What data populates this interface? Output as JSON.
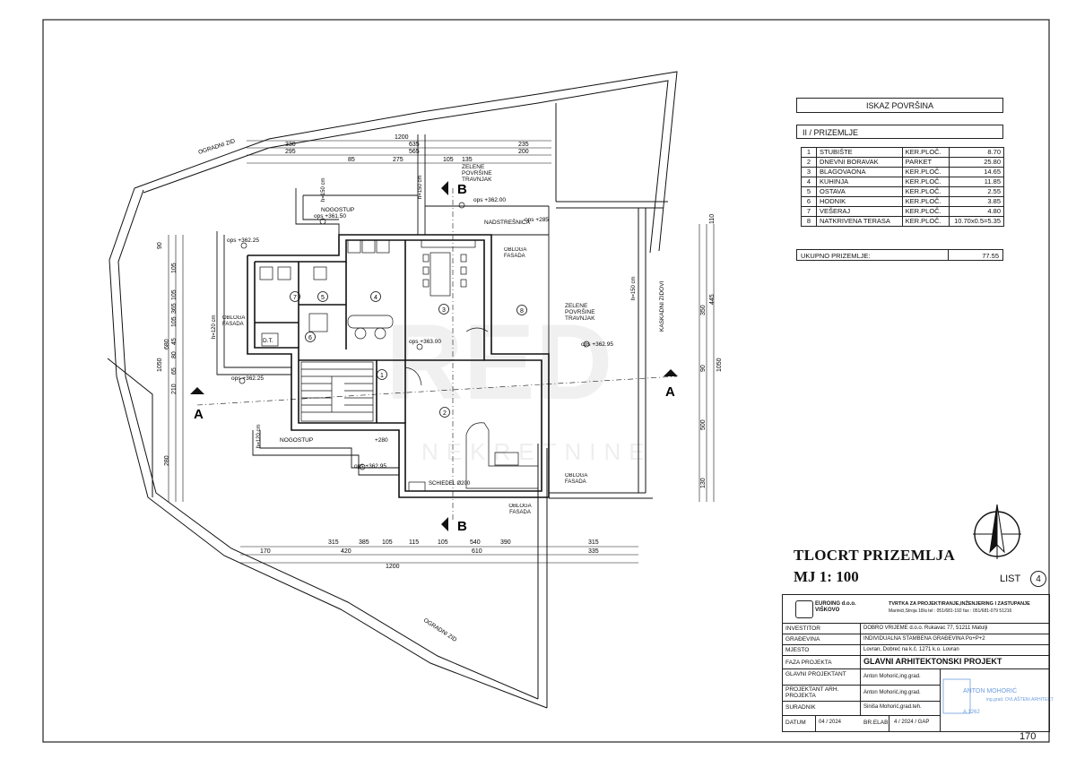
{
  "area_table": {
    "title": "ISKAZ POVRŠINA",
    "section": "II / PRIZEMLJE",
    "rows": [
      {
        "no": "1",
        "name": "STUBIŠTE",
        "floor": "KER.PLOČ.",
        "area": "8.70"
      },
      {
        "no": "2",
        "name": "DNEVNI BORAVAK",
        "floor": "PARKET",
        "area": "25.80"
      },
      {
        "no": "3",
        "name": "BLAGOVAONA",
        "floor": "KER.PLOČ.",
        "area": "14.65"
      },
      {
        "no": "4",
        "name": "KUHINJA",
        "floor": "KER.PLOČ.",
        "area": "11.85"
      },
      {
        "no": "5",
        "name": "OSTAVA",
        "floor": "KER.PLOČ.",
        "area": "2.55"
      },
      {
        "no": "6",
        "name": "HODNIK",
        "floor": "KER.PLOČ.",
        "area": "3.85"
      },
      {
        "no": "7",
        "name": "VEŠERAJ",
        "floor": "KER.PLOČ.",
        "area": "4.80"
      },
      {
        "no": "8",
        "name": "NATKRIVENA TERASA",
        "floor": "KER.PLOČ.",
        "area": "10.70x0.5=5.35"
      }
    ],
    "total_label": "UKUPNO PRIZEMLJE:",
    "total_value": "77.55"
  },
  "plan": {
    "title": "TLOCRT PRIZEMLJA",
    "scale": "MJ 1: 100",
    "sheet_label": "LIST",
    "sheet_number": "4",
    "page_number": "170",
    "section_a": "A",
    "section_b": "B",
    "fence_label": "OGRADNI ZID",
    "retaining_wall_label": "KASKADNI ZIDOVI",
    "nogostup": "NOGOSTUP",
    "green_area": "ZELENE POVRŠINE TRAVNJAK",
    "nadstresnica": "NADSTREŠNICA",
    "obloga": "OBLOGA FASADA",
    "schiedel": "SCHIEDEL Ø200",
    "dt": "D.T.",
    "levels": [
      "ops +361.50",
      "ops +362.25",
      "ops +362.00",
      "ops +363.00",
      "ops +362.95",
      "ops +362.25",
      "ops +362.95",
      "ops +285",
      "+280"
    ],
    "top_dims_1": [
      "1200"
    ],
    "top_dims_2": [
      "330",
      "635",
      "235"
    ],
    "top_dims_3": [
      "295",
      "565",
      "200"
    ],
    "top_dims_4": [
      "85",
      "275",
      "105",
      "135"
    ],
    "bottom_dims_1": [
      "315",
      "385",
      "105",
      "115",
      "105",
      "540",
      "390",
      "315"
    ],
    "bottom_dims_2": [
      "170",
      "420",
      "610",
      "335"
    ],
    "bottom_dims_3": [
      "1200"
    ],
    "left_dims": [
      "1050",
      "680",
      "365",
      "105",
      "210",
      "280",
      "105",
      "90",
      "105",
      "45",
      "80",
      "65"
    ],
    "right_dims": [
      "1050",
      "445",
      "350",
      "500",
      "130",
      "110",
      "90"
    ],
    "heights": [
      "h=150 cm",
      "h=120 cm",
      "h=120 cm",
      "h=150 cm",
      "h=150 cm"
    ],
    "rooms": [
      "1",
      "2",
      "3",
      "4",
      "5",
      "6",
      "7",
      "8"
    ]
  },
  "title_block": {
    "company_logo": "EUROING d.o.o. VIŠKOVO",
    "company_desc": "TVRTKA ZA PROJEKTIRANJE,INŽENJERING I ZASTUPANJE",
    "company_addr": "Marinići,Stroja 18/a tel : 051/681-192 fax : 051/681-079 51216",
    "investitor_label": "INVESTITOR",
    "investitor": "DOBRO VRIJEME d.o.o. Rukavac 77, 51211 Matulji",
    "gradevina_label": "GRAĐEVINA",
    "gradevina": "INDIVIDUALNA STAMBENA GRAĐEVINA Po+P+2",
    "mjesto_label": "MJESTO",
    "mjesto": "Lovran, Dobreć na k.č. 1271 k.o. Lovran",
    "faza_label": "FAZA PROJEKTA",
    "faza": "GLAVNI ARHITEKTONSKI PROJEKT",
    "glavni_label": "GLAVNI PROJEKTANT",
    "glavni": "Anton Mohorić,ing.grad.",
    "projektant_label": "PROJEKTANT ARH. PROJEKTA",
    "projektant": "Anton Mohorić,ing.grad.",
    "suradnik_label": "SURADNIK",
    "suradnik": "Siniša Mohorić,grad.teh.",
    "datum_label": "DATUM",
    "datum": "04 / 2024",
    "brelab_label": "BR.ELAB",
    "brelab": "4 / 2024 / GAP",
    "stamp_name": "ANTON MOHORIĆ",
    "stamp_sub": "ing.grad. OVLAŠTENI ARHITEKT",
    "stamp_no": "A 1262"
  },
  "watermark": {
    "main": "RED",
    "sub": "NEKRETNINE"
  },
  "colors": {
    "line": "#111111",
    "light": "#888888",
    "stamp": "#3a7bd5"
  }
}
